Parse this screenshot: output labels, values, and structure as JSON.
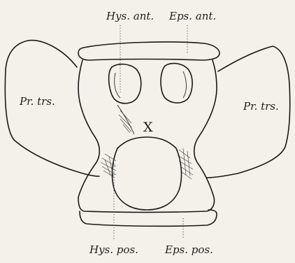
{
  "figure": {
    "labels": {
      "hys_ant": "Hys. ant.",
      "eps_ant": "Eps. ant.",
      "pr_trs_left": "Pr. trs.",
      "pr_trs_right": "Pr. trs.",
      "center": "X",
      "hys_pos": "Hys. pos.",
      "eps_pos": "Eps. pos."
    }
  }
}
